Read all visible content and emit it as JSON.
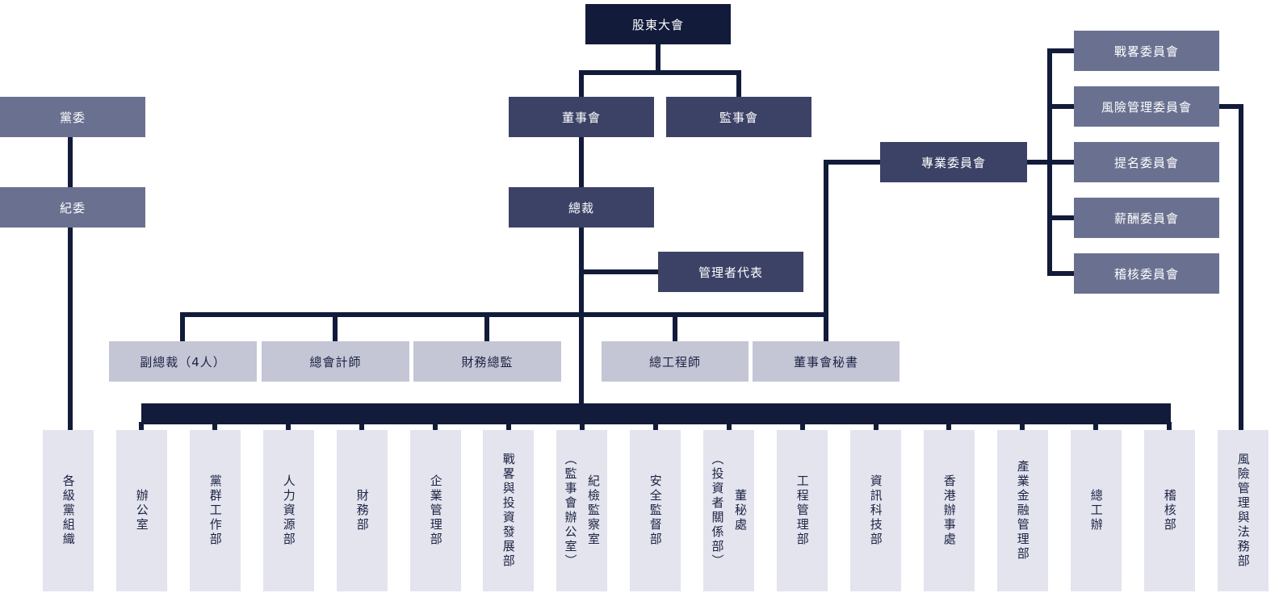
{
  "diagram": {
    "type": "org-chart",
    "top": {
      "shareholders": "股東大會"
    },
    "governance": {
      "board": "董事會",
      "supervisory": "監事會",
      "president": "總裁",
      "management_rep": "管理者代表",
      "professional_committees": "專業委員會"
    },
    "party": {
      "party_committee": "黨委",
      "discipline_committee": "紀委"
    },
    "board_committees": [
      "戰畧委員會",
      "風險管理委員會",
      "提名委員會",
      "薪酬委員會",
      "稽核委員會"
    ],
    "executives": [
      "副總裁（4人）",
      "總會計師",
      "財務總監",
      "總工程師",
      "董事會秘書"
    ],
    "departments": [
      "各級黨組織",
      "辦公室",
      "黨群工作部",
      "人力資源部",
      "財務部",
      "企業管理部",
      "戰畧與投資發展部",
      "紀檢監察室\n（監事會辦公室）",
      "安全監督部",
      "董秘處\n（投資者關係部）",
      "工程管理部",
      "資訊科技部",
      "香港辦事處",
      "產業金融管理部",
      "總工辦",
      "稽核部",
      "風險管理與法務部"
    ],
    "colors": {
      "primary_dark": "#131b3a",
      "node_blue": "#3c4266",
      "node_gray": "#6a7190",
      "node_light": "#c4c6d6",
      "node_pale": "#e3e4ee",
      "text_dark": "#1c2342"
    }
  }
}
